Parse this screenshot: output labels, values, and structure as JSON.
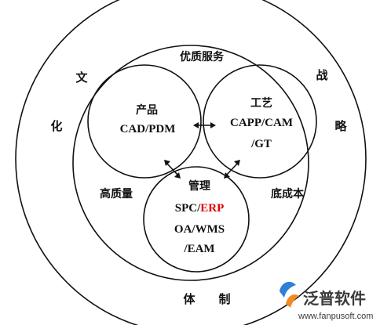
{
  "outer_ring": {
    "left_top_char": "文",
    "left_char": "化",
    "right_top_char": "战",
    "right_char": "略",
    "bottom_left_char": "体",
    "bottom_right_char": "制"
  },
  "inner_ring": {
    "top_label": "优质服务",
    "left_label": "高质量",
    "right_label": "底成本"
  },
  "circle_product": {
    "title": "产品",
    "line1": "CAD/PDM"
  },
  "circle_process": {
    "title": "工艺",
    "line1": "CAPP/CAM",
    "line2": "/GT"
  },
  "circle_management": {
    "title": "管理",
    "line1_prefix": "SPC/",
    "line1_highlight": "ERP",
    "line2": "OA/WMS",
    "line3": "/EAM"
  },
  "watermark": {
    "brand": "泛普软件",
    "url": "www.fanpusoft.com"
  },
  "colors": {
    "highlight": "#e00000",
    "stroke": "#111111",
    "logo_blue": "#2f7fd6",
    "logo_orange": "#f08a24"
  }
}
